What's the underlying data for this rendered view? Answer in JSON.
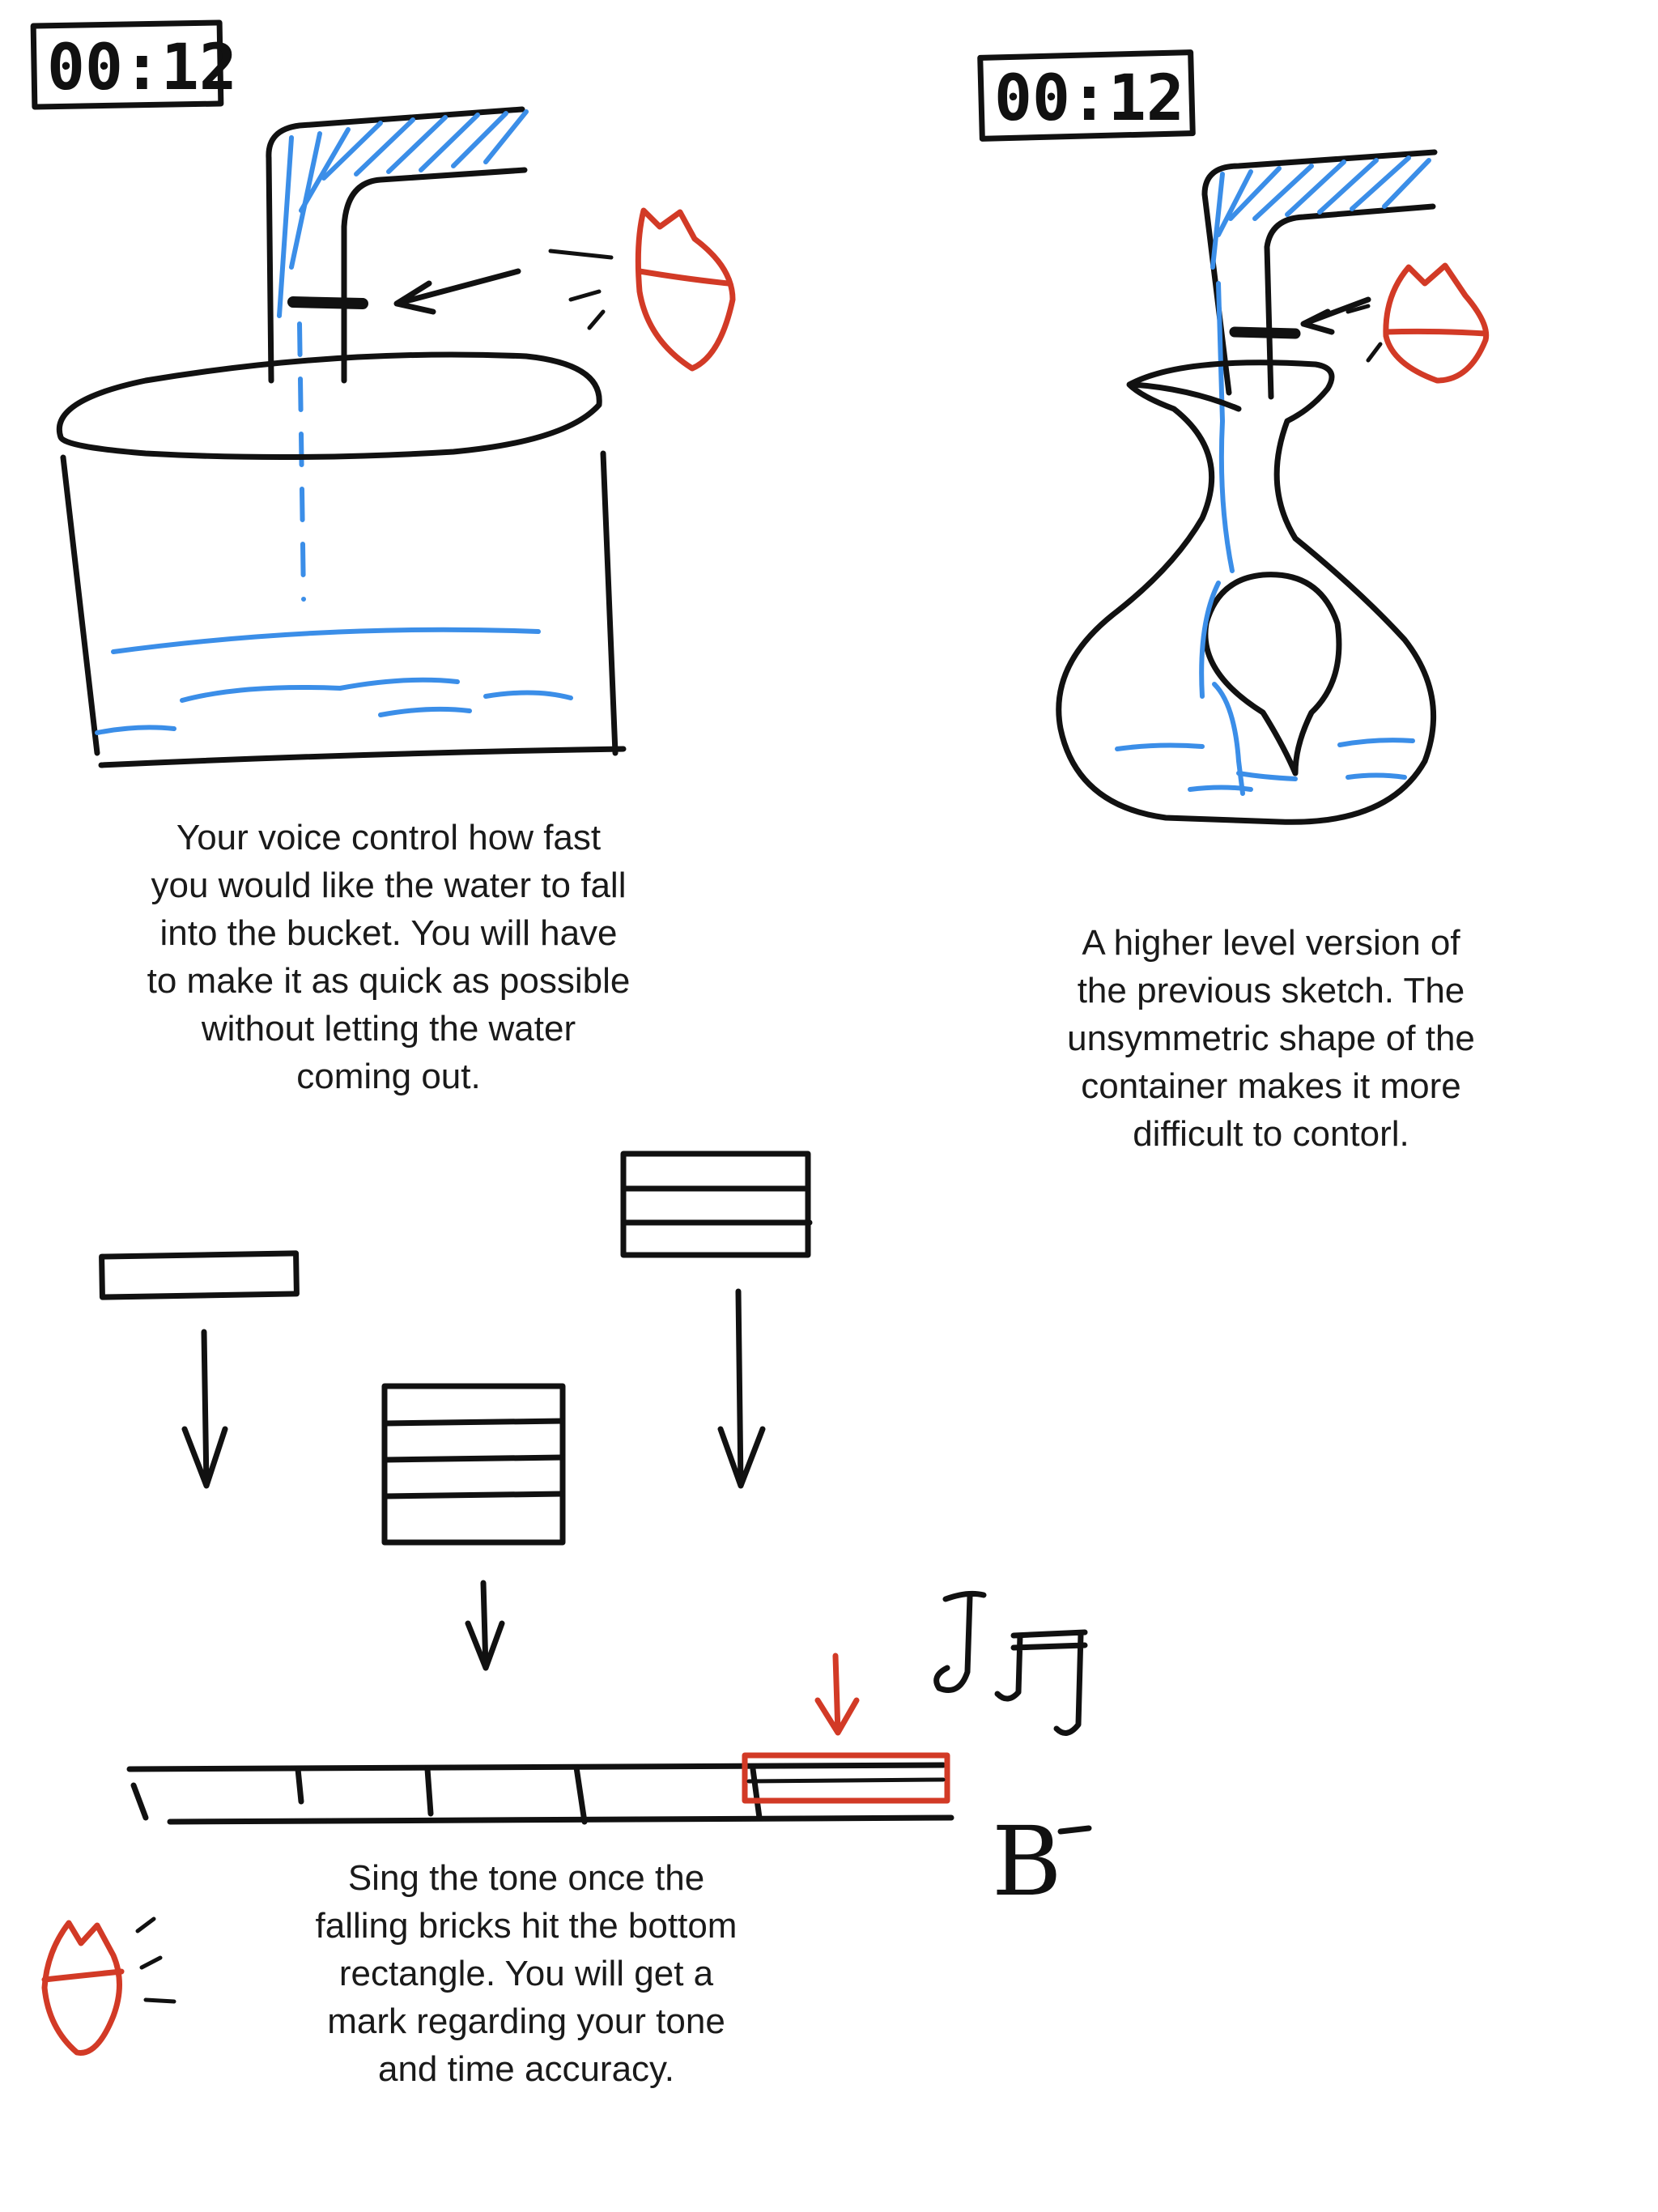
{
  "timers": {
    "left": "00:12",
    "right": "00:12"
  },
  "captions": {
    "bucket": "Your voice control how fast\nyou would like the water to fall\ninto the bucket. You will have\nto make it as quick as possible\nwithout letting the water\ncoming out.",
    "vase": "A higher level version of\nthe previous sketch. The\nunsymmetric shape of the\ncontainer makes it more\ndifficult to contorl.",
    "bricks": "Sing the tone once the\nfalling bricks hit the bottom\nrectangle. You will get a\nmark regarding your tone\nand time accuracy."
  },
  "note_label": "B",
  "colors": {
    "ink": "#111111",
    "water": "#3b8ee8",
    "mouth": "#d23a26"
  }
}
